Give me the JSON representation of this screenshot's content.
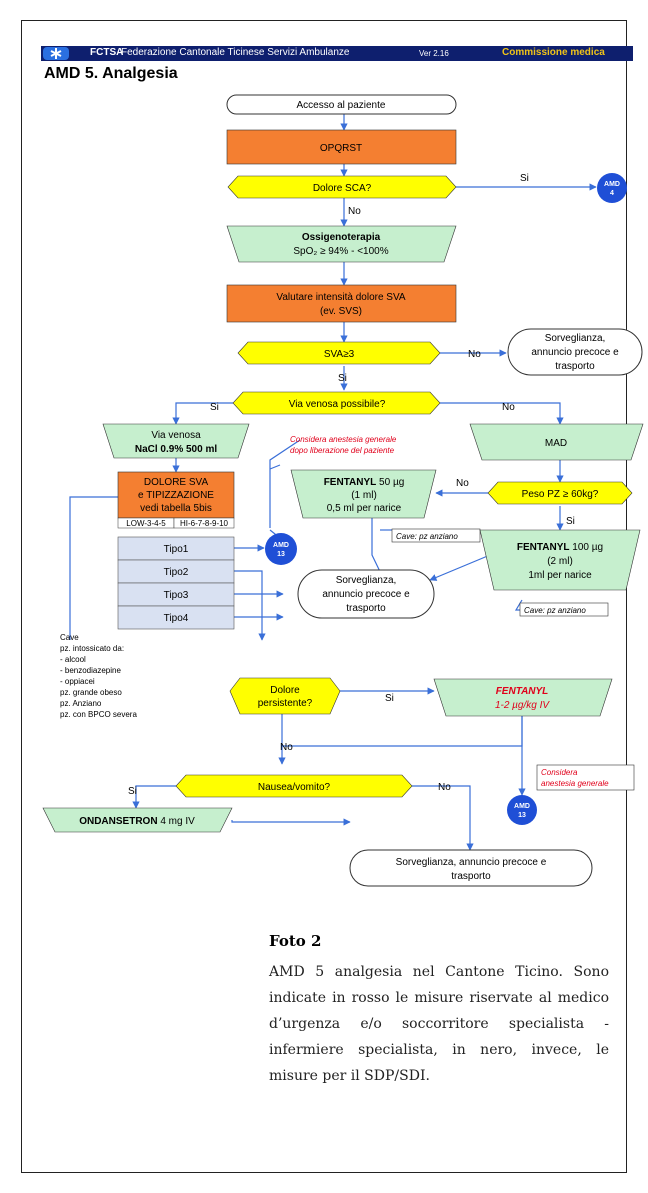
{
  "header": {
    "org_short": "FCTSA",
    "org_full": "Federazione Cantonale Ticinese Servizi Ambulanze",
    "version": "Ver 2.16",
    "commission": "Commissione medica"
  },
  "title": "AMD 5. Analgesia",
  "flow": {
    "accesso": "Accesso al paziente",
    "opqrst": "OPQRST",
    "dolore_sca": "Dolore SCA?",
    "si": "Si",
    "no": "No",
    "amd4_top": "AMD",
    "amd4_num": "4",
    "ossigeno_1": "Ossigenoterapia",
    "ossigeno_2": "SpO₂ ≥ 94% - <100%",
    "valutare_1": "Valutare intensità dolore SVA",
    "valutare_2": "(ev. SVS)",
    "sva3": "SVA≥3",
    "sorv1_1": "Sorveglianza,",
    "sorv1_2": "annuncio precoce e",
    "sorv1_3": "trasporto",
    "via_venosa_q": "Via venosa possibile?",
    "via_venosa_1": "Via venosa",
    "via_venosa_2": "NaCl 0.9% 500 ml",
    "mad": "MAD",
    "anest_gen_1": "Considera anestesia generale",
    "anest_gen_2": "dopo liberazione del paziente",
    "fent50_1a": "FENTANYL",
    "fent50_1b": " 50 µg",
    "fent50_2": "(1 ml)",
    "fent50_3": "0,5 ml per narice",
    "peso": "Peso PZ ≥ 60kg?",
    "cave_anziano": "Cave: pz anziano",
    "fent100_1a": "FENTANYL",
    "fent100_1b": " 100 µg",
    "fent100_2": "(2 ml)",
    "fent100_3": "1ml per narice",
    "dolore_sva_1": "DOLORE SVA",
    "dolore_sva_2": "e TIPIZZAZIONE",
    "dolore_sva_3": "vedi tabella 5bis",
    "low": "LOW-3-4-5",
    "hi": "HI-6-7-8-9-10",
    "tipi": [
      "Tipo1",
      "Tipo2",
      "Tipo3",
      "Tipo4"
    ],
    "amd13_top": "AMD",
    "amd13_num": "13",
    "sorv2_1": "Sorveglianza,",
    "sorv2_2": "annuncio precoce e",
    "sorv2_3": "trasporto",
    "cave_list": [
      "Cave",
      "pz. intossicato da:",
      "- alcool",
      "- benzodiazepine",
      "- oppiacei",
      "pz. grande obeso",
      "pz. Anziano",
      "pz. con BPCO severa"
    ],
    "dolore_pers_1": "Dolore",
    "dolore_pers_2": "persistente?",
    "fent_iv_1": "FENTANYL",
    "fent_iv_2": "1-2 µg/kg IV",
    "considera_1": "Considera",
    "considera_2": "anestesia generale",
    "nausea": "Nausea/vomito?",
    "ondansetron_a": "ONDANSETRON",
    "ondansetron_b": " 4 mg IV",
    "sorv3_1": "Sorveglianza, annuncio precoce e",
    "sorv3_2": "trasporto"
  },
  "caption": {
    "title": "Foto 2",
    "text": "AMD 5 analgesia nel Cantone Ticino. Sono indicate in rosso le misure riservate al medico d’urgenza e/o soccorritore specialista - infermiere specialista, in nero, invece, le misure per il SDP/SDI."
  },
  "colors": {
    "orange": "#f47f31",
    "yellow": "#ffff00",
    "green": "#c6efce",
    "blue_circle": "#1f4fd6",
    "arrow": "#3a6fd8",
    "red": "#e0001b",
    "tipo_bg": "#d9e1f2"
  }
}
